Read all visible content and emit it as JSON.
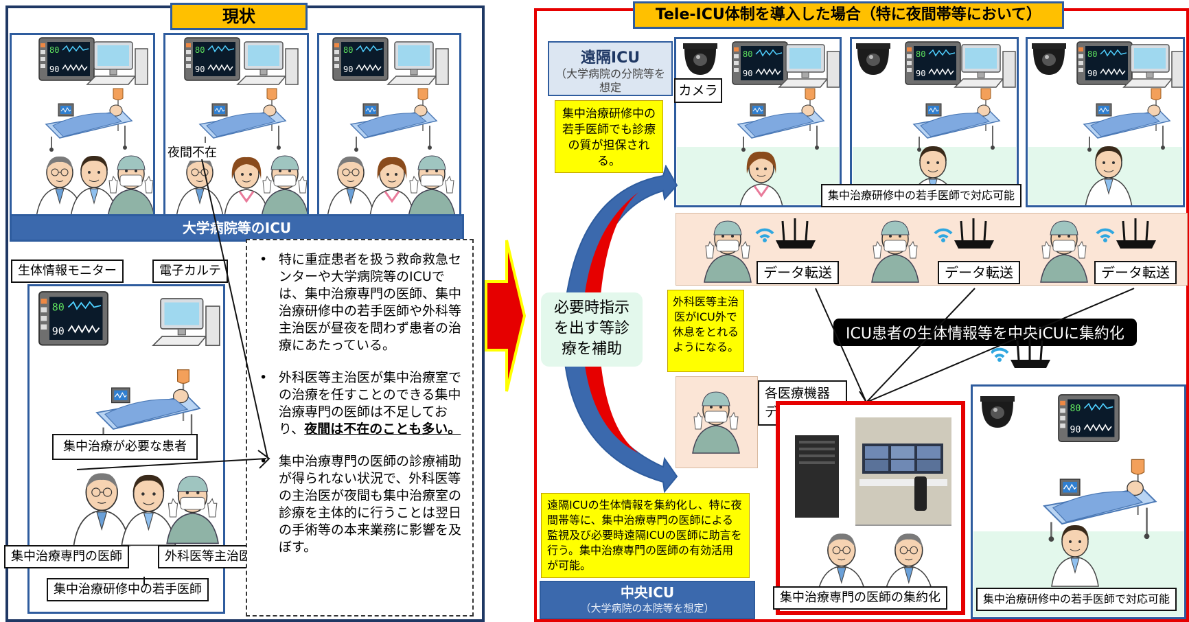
{
  "left": {
    "title": "現状",
    "night_absent": "夜間不在",
    "university_icu_label": "大学病院等のICU",
    "monitor_label": "生体情報モニター",
    "ehr_label": "電子カルテ",
    "patient_label": "集中治療が必要な患者",
    "specialist_label": "集中治療専門の医師",
    "surgeon_label": "外科医等主治医",
    "trainee_label": "集中治療研修中の若手医師",
    "bullets": [
      {
        "text": "特に重症患者を扱う救命救急センターや大学病院等のICUでは、集中治療専門の医師、集中治療研修中の若手医師や外科等主治医が昼夜を問わず患者の治療にあたっている。"
      },
      {
        "text": "外科医等主治医が集中治療室での治療を任すことのできる集中治療専門の医師は不足しており、",
        "emphasis": "夜間は不在のことも多い。"
      },
      {
        "text": "集中治療専門の医師の診療補助が得られない状況で、外科医等の主治医が夜間も集中治療室の診療を主体的に行うことは翌日の手術等の本来業務に影響を及ぼす。"
      }
    ]
  },
  "right": {
    "title": "Tele-ICU体制を導入した場合（特に夜間帯等において）",
    "remote_icu_title": "遠隔ICU",
    "remote_icu_sub": "（大学病院の分院等を想定",
    "camera_label": "カメラ",
    "trainee_quality_note": "集中治療研修中の若手医師でも診療の質が担保される。",
    "trainee_capable_label": "集中治療研修中の若手医師で対応可能",
    "data_transfer_label": "データ転送",
    "aggregation_pill": "ICU患者の生体情報等を中央ICUに集約化",
    "instruction_label": "必要時指示を出す等診療を補助",
    "surgeon_rest_note": "外科医等主治医がICU外で休息をとれるようになる。",
    "integration_label": "各医療機器データ統合",
    "central_note": "遠隔ICUの生体情報を集約化し、特に夜間帯等に、集中治療専門の医師による監視及び必要時遠隔ICUの医師に助言を行う。集中治療専門の医師の有効活用が可能。",
    "central_icu_title": "中央ICU",
    "central_icu_sub": "（大学病院の本院等を想定）",
    "specialist_aggregation_label": "集中治療専門の医師の集約化",
    "trainee_capable_label_2": "集中治療研修中の若手医師で対応可能"
  },
  "colors": {
    "navy": "#1f3864",
    "frame_blue": "#2e5c9e",
    "title_orange": "#ffc000",
    "note_yellow": "#ffff00",
    "red": "#e60000",
    "mint": "#e3f8ec",
    "peach": "#fbe5d6",
    "pale_blue": "#dce6f2"
  }
}
